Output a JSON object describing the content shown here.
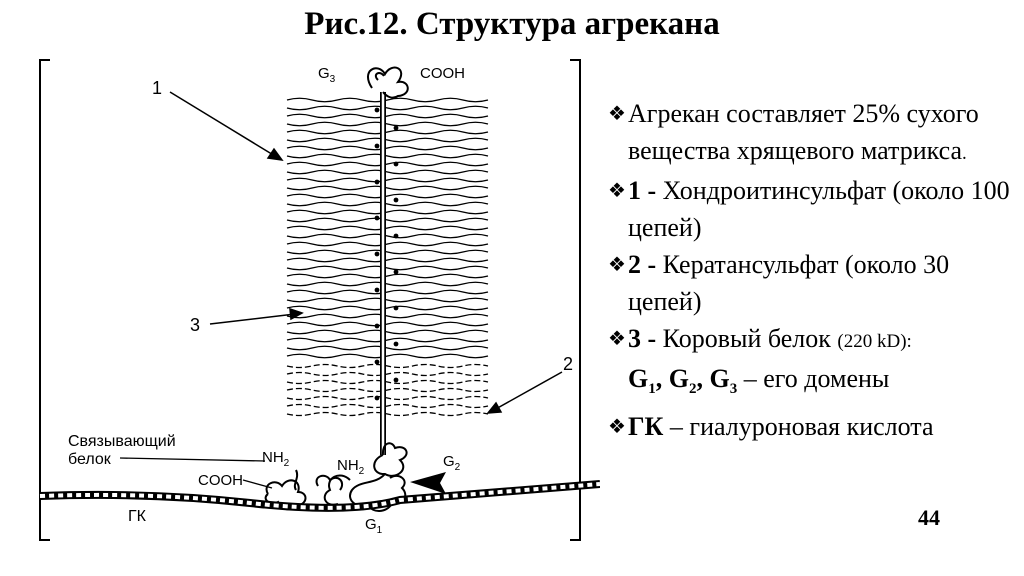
{
  "title": "Рис.12. Структура агрекана",
  "page_number": "44",
  "diagram": {
    "label_1": "1",
    "label_2": "2",
    "label_3": "3",
    "g3": "G",
    "g3_sub": "3",
    "cooh_top": "COOH",
    "link_protein_1": "Связывающий",
    "link_protein_2": "белок",
    "nh2_left": "NH",
    "nh2_left_sub": "2",
    "nh2_right": "NH",
    "nh2_right_sub": "2",
    "cooh_bottom": "COOH",
    "g2": "G",
    "g2_sub": "2",
    "gk": "ГК",
    "g1": "G",
    "g1_sub": "1"
  },
  "bullets": {
    "mark": "❖",
    "b1_text": "Агрекан составляет 25% сухого вещества хрящевого матрикса",
    "b1_end": ".",
    "b2_num": "1 -",
    "b2_text": " Хондроитинсульфат (около 100 цепей)",
    "b3_num": "2 -",
    "b3_text": " Кератансульфат (около 30 цепей)",
    "b4_num": "3 -",
    "b4_text": " Коровый белок ",
    "b4_small": "(220 kD):",
    "b5_g1": "G",
    "b5_g1_sub": "1",
    "b5_g2": ", G",
    "b5_g2_sub": "2",
    "b5_g3": ", G",
    "b5_g3_sub": "3",
    "b5_rest": " – его домены",
    "b6_num": "ГК",
    "b6_text": " – гиалуроновая кислота"
  }
}
